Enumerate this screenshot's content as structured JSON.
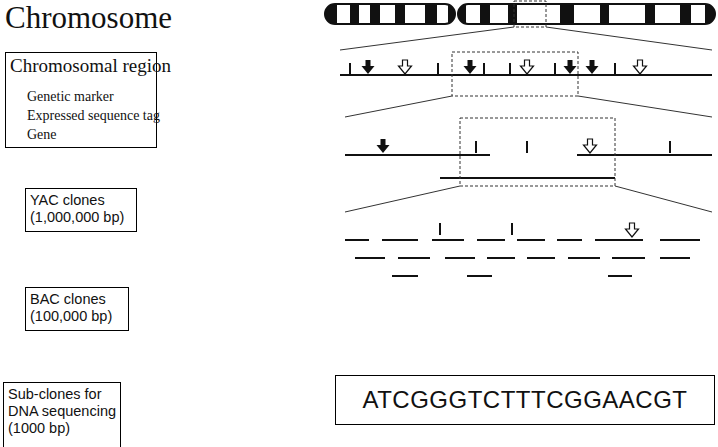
{
  "diagram": {
    "title": "Chromosome",
    "nodes": [
      {
        "text": [
          "Chromosomal region"
        ]
      },
      {
        "text": [
          "YAC clones (1,000,000 bp)"
        ]
      },
      {
        "text": [
          "BAC clones (100,000 bp)"
        ]
      },
      {
        "text": [
          "Sub-clones for DNA sequencing (1000 bp)"
        ]
      },
      {
        "text": [
          "ATCGGGTCTTTCGGAACGT"
        ]
      }
    ],
    "legend": [
      {
        "text": "Genetic marker"
      },
      {
        "text": "Expressed sequence tag"
      },
      {
        "text": "Gene"
      }
    ]
  }
}
